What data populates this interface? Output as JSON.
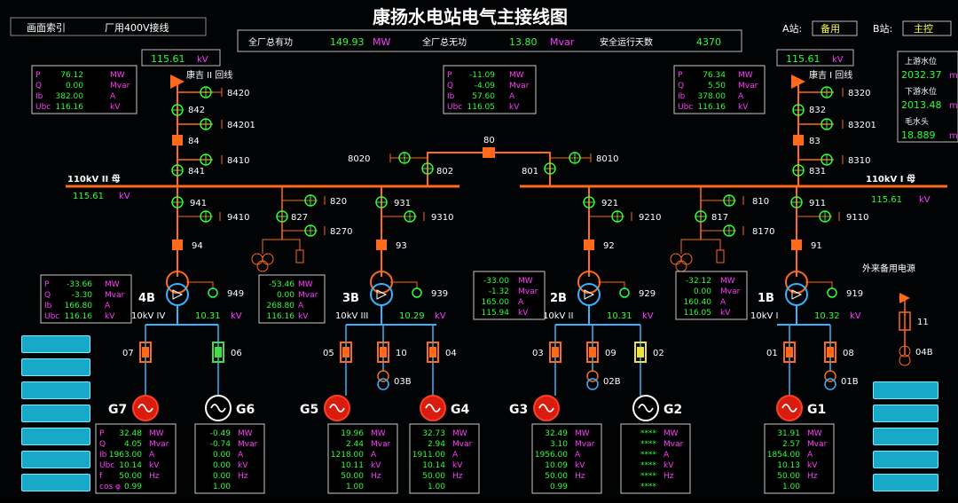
{
  "header": {
    "title": "康扬水电站电气主接线图",
    "nav_index": "画面索引",
    "nav_factory": "厂用400V接线",
    "stationA_label": "A站:",
    "stationA_value": "备用",
    "stationB_label": "B站:",
    "stationB_value": "主控"
  },
  "totals": {
    "active_label": "全厂总有功",
    "active_value": "149.93",
    "active_unit": "MW",
    "reactive_label": "全厂总无功",
    "reactive_value": "13.80",
    "reactive_unit": "Mvar",
    "safe_label": "安全运行天数",
    "safe_value": "4370"
  },
  "water": {
    "upper_label": "上游水位",
    "upper_value": "2032.37",
    "upper_unit": "m",
    "lower_label": "下游水位",
    "lower_value": "2013.48",
    "lower_unit": "m",
    "head_label": "毛水头",
    "head_value": "18.889",
    "head_unit": "m"
  },
  "lines": {
    "left_voltage": "115.61",
    "left_unit": "kV",
    "left_name": "康吉 II 回线",
    "right_voltage": "115.61",
    "right_unit": "kV",
    "right_name": "康吉 I 回线"
  },
  "buses": {
    "left_name": "110kV II 母",
    "left_voltage": "115.61",
    "left_unit": "kV",
    "right_name": "110kV I 母",
    "right_voltage": "115.61",
    "right_unit": "kV",
    "coupler": "80",
    "coupler_left_sw": "802",
    "coupler_right_sw": "801",
    "coupler_left_earth": "8020",
    "coupler_right_earth": "8010"
  },
  "meters": {
    "line_left": [
      {
        "k": "P",
        "v": "76.12",
        "u": "MW"
      },
      {
        "k": "Q",
        "v": "0.00",
        "u": "Mvar"
      },
      {
        "k": "Ib",
        "v": "382.00",
        "u": "A"
      },
      {
        "k": "Ubc",
        "v": "116.16",
        "u": "kV"
      }
    ],
    "coupler": [
      {
        "k": "P",
        "v": "-11.09",
        "u": "MW"
      },
      {
        "k": "Q",
        "v": "-4.09",
        "u": "Mvar"
      },
      {
        "k": "Ib",
        "v": "57.60",
        "u": "A"
      },
      {
        "k": "Ubc",
        "v": "116.05",
        "u": "kV"
      }
    ],
    "line_right": [
      {
        "k": "P",
        "v": "76.34",
        "u": "MW"
      },
      {
        "k": "Q",
        "v": "5.50",
        "u": "Mvar"
      },
      {
        "k": "Ib",
        "v": "378.00",
        "u": "A"
      },
      {
        "k": "Ubc",
        "v": "116.16",
        "u": "kV"
      }
    ],
    "t4": [
      {
        "k": "P",
        "v": "-33.66",
        "u": "MW"
      },
      {
        "k": "Q",
        "v": "-3.30",
        "u": "Mvar"
      },
      {
        "k": "Ib",
        "v": "166.80",
        "u": "A"
      },
      {
        "k": "Ubc",
        "v": "116.16",
        "u": "kV"
      }
    ],
    "t3": [
      {
        "k": "",
        "v": "-53.46",
        "u": "MW"
      },
      {
        "k": "",
        "v": "0.00",
        "u": "Mvar"
      },
      {
        "k": "",
        "v": "268.80",
        "u": "A"
      },
      {
        "k": "",
        "v": "116.16",
        "u": "kV"
      }
    ],
    "t2": [
      {
        "k": "",
        "v": "-33.00",
        "u": "MW"
      },
      {
        "k": "",
        "v": "-1.32",
        "u": "Mvar"
      },
      {
        "k": "",
        "v": "165.00",
        "u": "A"
      },
      {
        "k": "",
        "v": "115.94",
        "u": "kV"
      }
    ],
    "t1": [
      {
        "k": "",
        "v": "-32.12",
        "u": "MW"
      },
      {
        "k": "",
        "v": "0.00",
        "u": "Mvar"
      },
      {
        "k": "",
        "v": "160.40",
        "u": "A"
      },
      {
        "k": "",
        "v": "116.05",
        "u": "kV"
      }
    ],
    "g7": [
      {
        "k": "P",
        "v": "32.48",
        "u": "MW"
      },
      {
        "k": "Q",
        "v": "4.05",
        "u": "Mvar"
      },
      {
        "k": "Ib",
        "v": "1963.00",
        "u": "A"
      },
      {
        "k": "Ubc",
        "v": "10.14",
        "u": "kV"
      },
      {
        "k": "f",
        "v": "50.00",
        "u": "Hz"
      },
      {
        "k": "cos φ",
        "v": "0.99",
        "u": ""
      }
    ],
    "g6": [
      {
        "k": "",
        "v": "-0.49",
        "u": "MW"
      },
      {
        "k": "",
        "v": "-0.74",
        "u": "Mvar"
      },
      {
        "k": "",
        "v": "0.00",
        "u": "A"
      },
      {
        "k": "",
        "v": "0.00",
        "u": "kV"
      },
      {
        "k": "",
        "v": "0.00",
        "u": "Hz"
      },
      {
        "k": "",
        "v": "1.00",
        "u": ""
      }
    ],
    "g5": [
      {
        "k": "",
        "v": "19.96",
        "u": "MW"
      },
      {
        "k": "",
        "v": "2.44",
        "u": "Mvar"
      },
      {
        "k": "",
        "v": "1218.00",
        "u": "A"
      },
      {
        "k": "",
        "v": "10.11",
        "u": "kV"
      },
      {
        "k": "",
        "v": "50.00",
        "u": "Hz"
      },
      {
        "k": "",
        "v": "1.00",
        "u": ""
      }
    ],
    "g4": [
      {
        "k": "",
        "v": "32.73",
        "u": "MW"
      },
      {
        "k": "",
        "v": "2.94",
        "u": "Mvar"
      },
      {
        "k": "",
        "v": "1911.00",
        "u": "A"
      },
      {
        "k": "",
        "v": "10.14",
        "u": "kV"
      },
      {
        "k": "",
        "v": "50.00",
        "u": "Hz"
      },
      {
        "k": "",
        "v": "1.00",
        "u": ""
      }
    ],
    "g3": [
      {
        "k": "",
        "v": "32.49",
        "u": "MW"
      },
      {
        "k": "",
        "v": "3.10",
        "u": "Mvar"
      },
      {
        "k": "",
        "v": "1956.00",
        "u": "A"
      },
      {
        "k": "",
        "v": "10.09",
        "u": "kV"
      },
      {
        "k": "",
        "v": "50.00",
        "u": "Hz"
      },
      {
        "k": "",
        "v": "0.99",
        "u": ""
      }
    ],
    "g2": [
      {
        "k": "",
        "v": "****",
        "u": "MW"
      },
      {
        "k": "",
        "v": "****",
        "u": "Mvar"
      },
      {
        "k": "",
        "v": "****",
        "u": "A"
      },
      {
        "k": "",
        "v": "****",
        "u": "kV"
      },
      {
        "k": "",
        "v": "****",
        "u": "Hz"
      },
      {
        "k": "",
        "v": "****",
        "u": ""
      }
    ],
    "g1": [
      {
        "k": "",
        "v": "31.91",
        "u": "MW"
      },
      {
        "k": "",
        "v": "2.57",
        "u": "Mvar"
      },
      {
        "k": "",
        "v": "1854.00",
        "u": "A"
      },
      {
        "k": "",
        "v": "10.13",
        "u": "kV"
      },
      {
        "k": "",
        "v": "50.00",
        "u": "Hz"
      },
      {
        "k": "",
        "v": "1.00",
        "u": ""
      }
    ]
  },
  "switches": {
    "s8420": "8420",
    "s842": "842",
    "s84201": "84201",
    "s84": "84",
    "s8410": "8410",
    "s841": "841",
    "s8320": "8320",
    "s832": "832",
    "s83201": "83201",
    "s83": "83",
    "s8310": "8310",
    "s831": "831",
    "s941": "941",
    "s9410": "9410",
    "s94": "94",
    "s820": "820",
    "s827": "827",
    "s8270": "8270",
    "s931": "931",
    "s9310": "9310",
    "s93": "93",
    "s921": "921",
    "s9210": "9210",
    "s92": "92",
    "s810": "810",
    "s817": "817",
    "s8170": "8170",
    "s911": "911",
    "s9110": "9110",
    "s91": "91"
  },
  "transformers": {
    "t4": "4B",
    "t3": "3B",
    "t2": "2B",
    "t1": "1B",
    "t4_earth": "949",
    "t3_earth": "939",
    "t2_earth": "929",
    "t1_earth": "919"
  },
  "lv_buses": {
    "b4": "10kV IV",
    "b4v": "10.31",
    "b3": "10kV III",
    "b3v": "10.29",
    "b2": "10kV II",
    "b2v": "10.31",
    "b1": "10kV I",
    "b1v": "10.32",
    "unit": "kV"
  },
  "gen_breakers": {
    "b07": "07",
    "b06": "06",
    "b05": "05",
    "b10": "10",
    "b04": "04",
    "b03": "03",
    "b09": "09",
    "b02": "02",
    "b01": "01",
    "b08": "08",
    "tb03": "03B",
    "tb02": "02B",
    "tb01": "01B"
  },
  "generators": {
    "g7": "G7",
    "g6": "G6",
    "g5": "G5",
    "g4": "G4",
    "g3": "G3",
    "g2": "G2",
    "g1": "G1"
  },
  "external": {
    "label": "外来备用电源",
    "breaker": "11",
    "transformer": "04B"
  },
  "colors": {
    "bus": "#ff6a1a",
    "lv": "#34b4ff",
    "meter_text": "#ffffff",
    "val": "#2aff3a",
    "unit": "#ff3aff",
    "accent_yellow": "#ffff40",
    "frame": "#c8c8c8"
  },
  "left_buttons": [
    "",
    "",
    "",
    "",
    "",
    "",
    ""
  ],
  "right_buttons": [
    "",
    "",
    "",
    "",
    ""
  ]
}
